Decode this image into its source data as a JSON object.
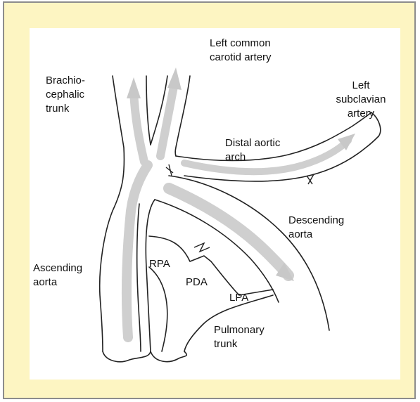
{
  "colors": {
    "frame_background": "#fdf5c2",
    "frame_border": "#8c8c8c",
    "panel_background": "#ffffff",
    "vessel_stroke": "#222222",
    "flow_arrow": "#c8c8c8"
  },
  "labels": {
    "brachiocephalic": "Brachio-\ncephalic\ntrunk",
    "left_common_carotid": "Left common\ncarotid artery",
    "left_subclavian": "Left\nsubclavian\nartery",
    "distal_aortic_arch": "Distal aortic\narch",
    "descending_aorta": "Descending\naorta",
    "ascending_aorta": "Ascending\naorta",
    "rpa": "RPA",
    "pda": "PDA",
    "lpa": "LPA",
    "pulmonary_trunk": "Pulmonary\ntrunk"
  }
}
